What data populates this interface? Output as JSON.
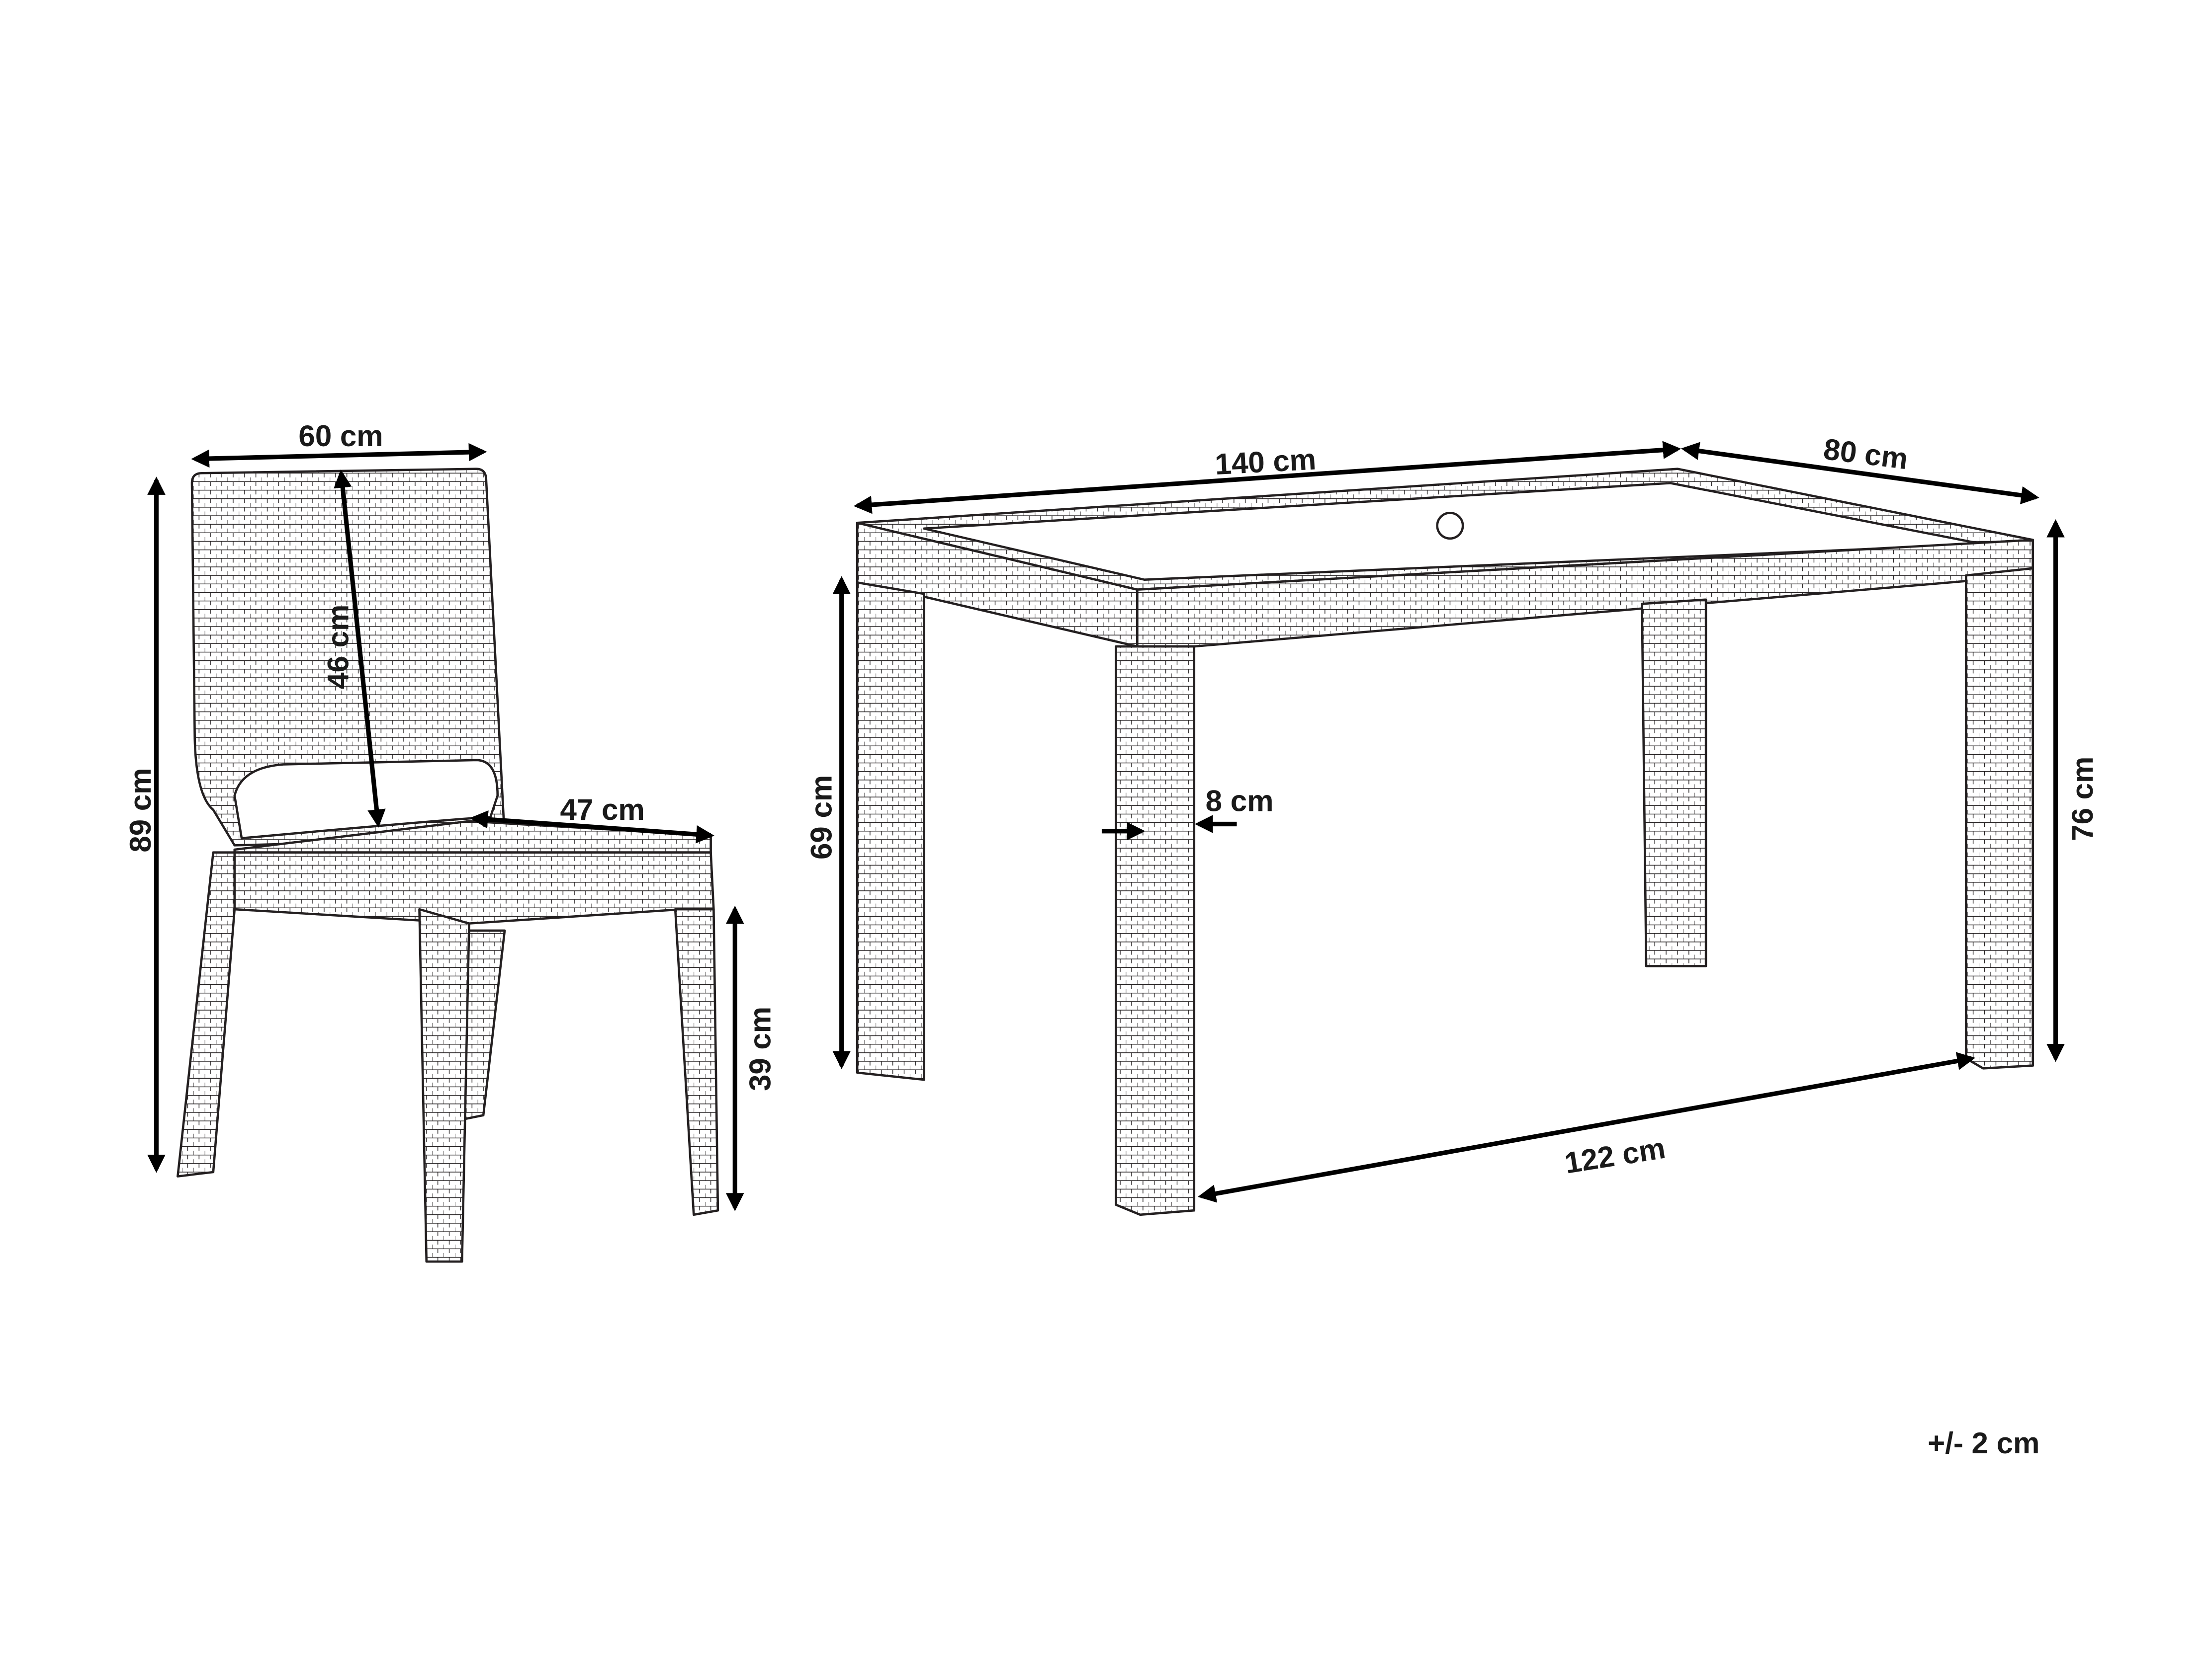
{
  "chair": {
    "width_label": "60 cm",
    "backrest_height_label": "46 cm",
    "total_height_label": "89 cm",
    "seat_depth_label": "47 cm",
    "seat_height_label": "39 cm"
  },
  "table": {
    "length_label": "140 cm",
    "width_label": "80 cm",
    "clearance_height_label": "69 cm",
    "leg_width_label": "8 cm",
    "total_height_label": "76 cm",
    "leg_span_label": "122 cm"
  },
  "tolerance_label": "+/- 2 cm",
  "colors": {
    "line": "#231f20",
    "dimension": "#000000"
  }
}
